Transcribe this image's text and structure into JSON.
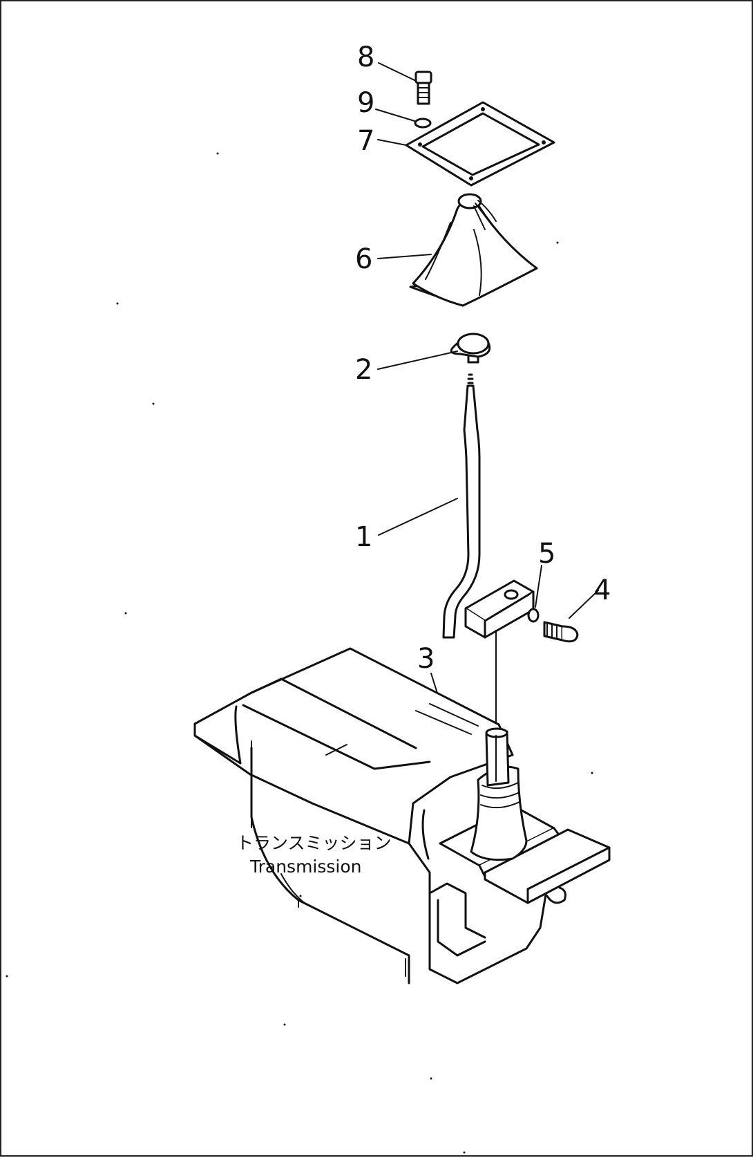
{
  "colors": {
    "line": "#111111",
    "background": "#ffffff"
  },
  "callouts": {
    "c1": "1",
    "c2": "2",
    "c3": "3",
    "c4": "4",
    "c5": "5",
    "c6": "6",
    "c7": "7",
    "c8": "8",
    "c9": "9"
  },
  "caption": {
    "japanese": "トランスミッション",
    "english": "Transmission"
  }
}
